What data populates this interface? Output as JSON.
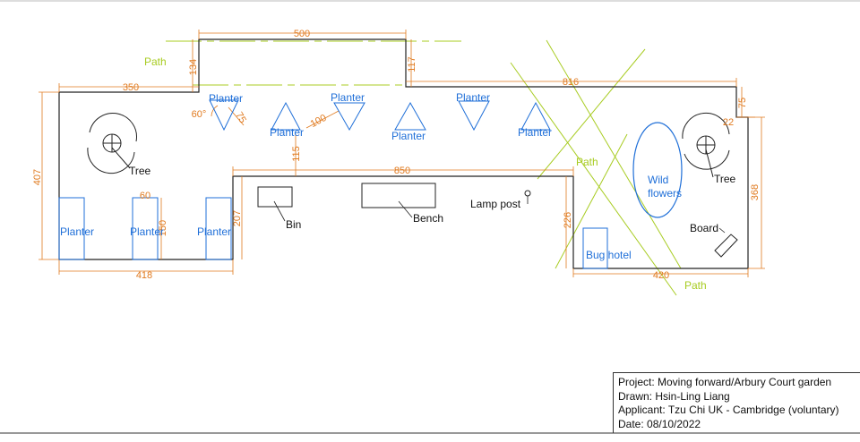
{
  "colors": {
    "outline": "#222222",
    "dimension": "#e07a1f",
    "planting": "#1f6fd8",
    "path": "#a8cc22"
  },
  "dimensions": {
    "top_width": "500",
    "top_height": "134",
    "top_right_height": "117",
    "left_top_width": "350",
    "right_top_width": "816",
    "corner_drop": "75",
    "corner_inset": "22",
    "left_height": "407",
    "right_height": "368",
    "planter_angle": "60°",
    "planter_side": "75",
    "planter_spacing": "100",
    "inner_drop": "115",
    "inner_width": "850",
    "planter_width": "60",
    "planter_height": "150",
    "left_inner_height": "207",
    "bottom_left_width": "418",
    "right_inner_height": "226",
    "bottom_right_width": "420"
  },
  "labels": {
    "path": "Path",
    "planter": "Planter",
    "tree": "Tree",
    "bin": "Bin",
    "bench": "Bench",
    "lamp_post": "Lamp post",
    "wild_line1": "Wild",
    "wild_line2": "flowers",
    "board": "Board",
    "bug_hotel": "Bug hotel"
  },
  "title_block": {
    "project": "Project: Moving forward/Arbury Court garden",
    "drawn": "Drawn: Hsin-Ling Liang",
    "applicant": "Applicant: Tzu Chi UK - Cambridge (voluntary)",
    "date": "Date: 08/10/2022"
  }
}
